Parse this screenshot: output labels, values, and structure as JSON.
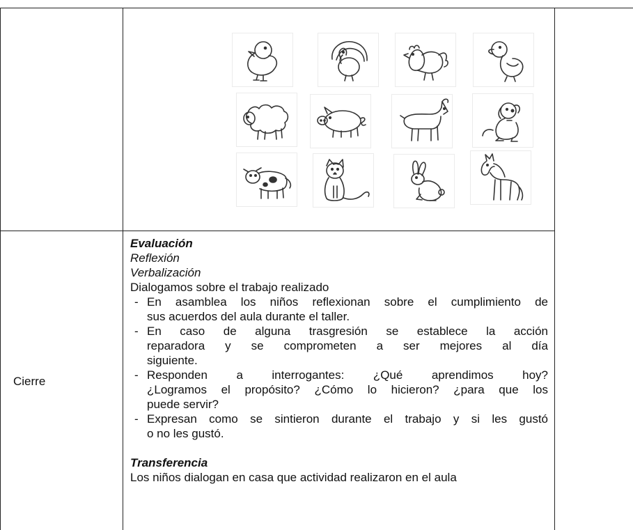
{
  "table": {
    "row1": {
      "images": [
        {
          "label": "chick"
        },
        {
          "label": "turkey"
        },
        {
          "label": "rooster"
        },
        {
          "label": "duck"
        },
        {
          "label": "sheep"
        },
        {
          "label": "pig"
        },
        {
          "label": "goat"
        },
        {
          "label": "dog"
        },
        {
          "label": "cow"
        },
        {
          "label": "cat"
        },
        {
          "label": "rabbit"
        },
        {
          "label": "horse"
        }
      ]
    },
    "row2": {
      "label": "Cierre",
      "heading1": "Evaluación",
      "sub1": "Reflexión",
      "sub2": "Verbalización",
      "intro": "Dialogamos sobre el trabajo realizado",
      "bullets": [
        {
          "marker": "-",
          "lines": [
            "En asamblea los niños reflexionan sobre el cumplimiento de",
            "sus acuerdos del aula durante el taller."
          ]
        },
        {
          "marker": "-",
          "lines": [
            "En caso de alguna trasgresión se establece la acción",
            "reparadora y se comprometen a ser mejores al día",
            "siguiente."
          ]
        },
        {
          "marker": "-",
          "lines": [
            "Responden a interrogantes: ¿Qué aprendimos hoy?",
            "¿Logramos el propósito? ¿Cómo lo hicieron? ¿para que los",
            "puede servir?"
          ]
        },
        {
          "marker": "-",
          "lines": [
            "Expresan como se sintieron durante el trabajo y si les gustó",
            "o no les gustó."
          ]
        }
      ],
      "heading2": "Transferencia",
      "final": "Los niños dialogan en casa que actividad realizaron en el aula"
    }
  }
}
